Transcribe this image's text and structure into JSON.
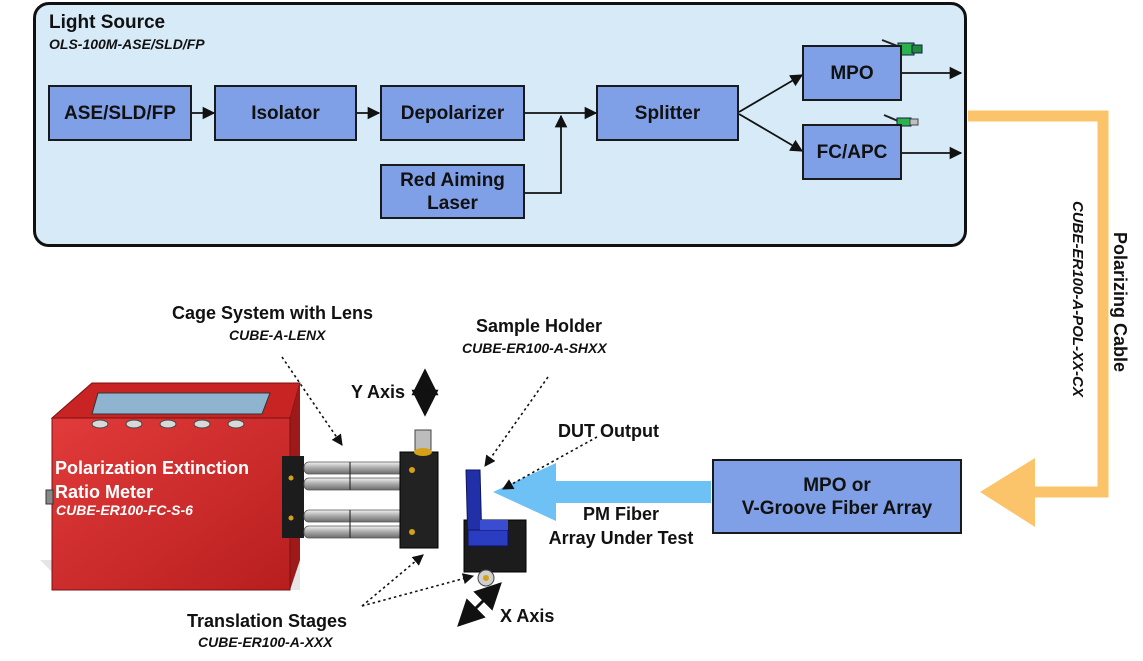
{
  "light_source": {
    "title": "Light Source",
    "model": "OLS-100M-ASE/SLD/FP",
    "blocks": {
      "source": "ASE/SLD/FP",
      "isolator": "Isolator",
      "depolarizer": "Depolarizer",
      "red_aiming_line1": "Red Aiming",
      "red_aiming_line2": "Laser",
      "splitter": "Splitter",
      "mpo": "MPO",
      "fcapc": "FC/APC"
    }
  },
  "cable": {
    "label": "Polarizing Cable",
    "model": "CUBE-ER100-A-POL-XX-CX"
  },
  "fiber_array": {
    "line1": "MPO or",
    "line2": "V-Groove Fiber Array"
  },
  "pm_fiber": {
    "line1": "PM Fiber",
    "line2": "Array Under Test"
  },
  "dut_output": "DUT Output",
  "sample_holder": {
    "label": "Sample Holder",
    "model": "CUBE-ER100-A-SHXX"
  },
  "cage_system": {
    "label": "Cage System with Lens",
    "model": "CUBE-A-LENX"
  },
  "y_axis": "Y Axis",
  "x_axis": "X Axis",
  "meter": {
    "line1": "Polarization Extinction",
    "line2": "Ratio Meter",
    "model": "CUBE-ER100-FC-S-6"
  },
  "translation_stages": {
    "label": "Translation Stages",
    "model": "CUBE-ER100-A-XXX"
  },
  "colors": {
    "panel_bg": "#d6eaf8",
    "block_fill": "#7f9fe6",
    "cable": "#fcc46a",
    "beam": "#6ec1f5",
    "meter_red": "#d42a2a",
    "holder_blue": "#2230a8"
  }
}
